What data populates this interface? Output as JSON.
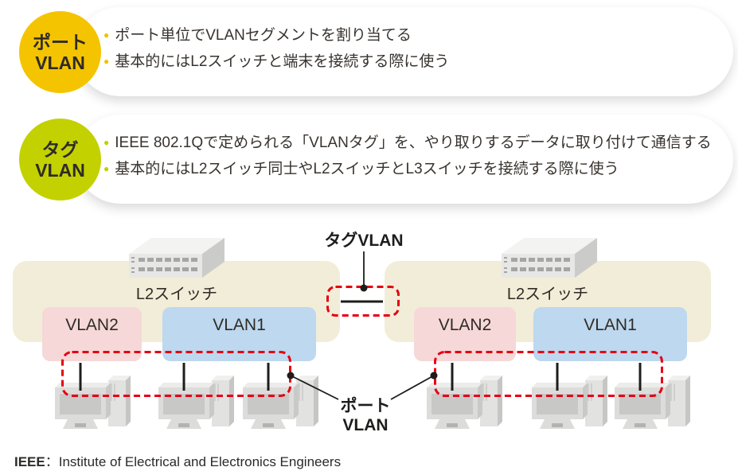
{
  "cards": [
    {
      "badge_line1": "ポート",
      "badge_line2": "VLAN",
      "badge_color": "#f5c400",
      "bullet_color": "#f0c300",
      "bullets": [
        "ポート単位でVLANセグメントを割り当てる",
        "基本的にはL2スイッチと端末を接続する際に使う"
      ]
    },
    {
      "badge_line1": "タグ",
      "badge_line2": "VLAN",
      "badge_color": "#c3d100",
      "bullet_color": "#c3cf00",
      "bullets": [
        "IEEE 802.1Qで定められる「VLANタグ」を、やり取りするデータに取り付けて通信する",
        "基本的にはL2スイッチ同士やL2スイッチとL3スイッチを接続する際に使う"
      ]
    }
  ],
  "diagram": {
    "tag_vlan_label": "タグVLAN",
    "port_vlan_label_line1": "ポート",
    "port_vlan_label_line2": "VLAN",
    "left_switch_label": "L2スイッチ",
    "right_switch_label": "L2スイッチ",
    "left_vlan2": "VLAN2",
    "left_vlan1": "VLAN1",
    "right_vlan2": "VLAN2",
    "right_vlan1": "VLAN1",
    "colors": {
      "beige_zone": "#f2edd8",
      "vlan2_pink": "#f6d8d8",
      "vlan1_blue": "#bdd8ef",
      "dashed_red": "#e60012",
      "badge_yellow": "#f5c400",
      "badge_green": "#c3d100"
    }
  },
  "footer": {
    "abbr": "IEEE",
    "separator": "：",
    "definition": "Institute of Electrical and Electronics Engineers"
  }
}
